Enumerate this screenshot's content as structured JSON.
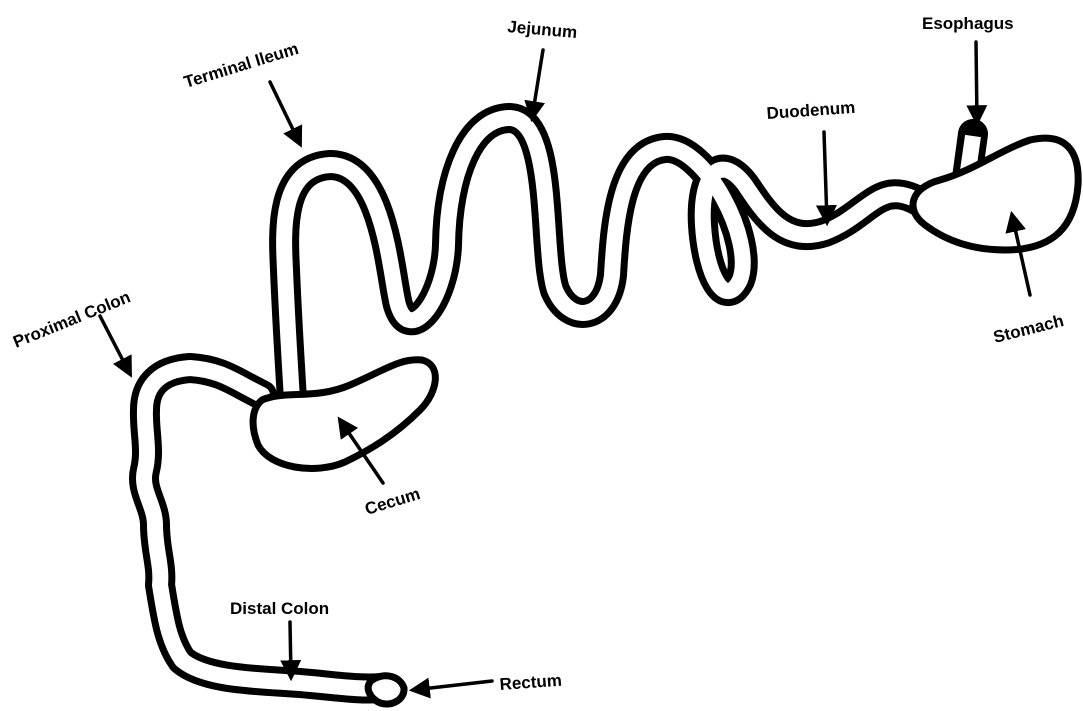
{
  "diagram": {
    "colors": {
      "outline": "#000000",
      "lumen": "#ffffff",
      "background": "#ffffff"
    },
    "labels": {
      "esophagus": "Esophagus",
      "stomach": "Stomach",
      "duodenum": "Duodenum",
      "jejunum": "Jejunum",
      "terminal_ileum": "Terminal Ileum",
      "cecum": "Cecum",
      "proximal_colon": "Proximal Colon",
      "distal_colon": "Distal Colon",
      "rectum": "Rectum"
    }
  }
}
